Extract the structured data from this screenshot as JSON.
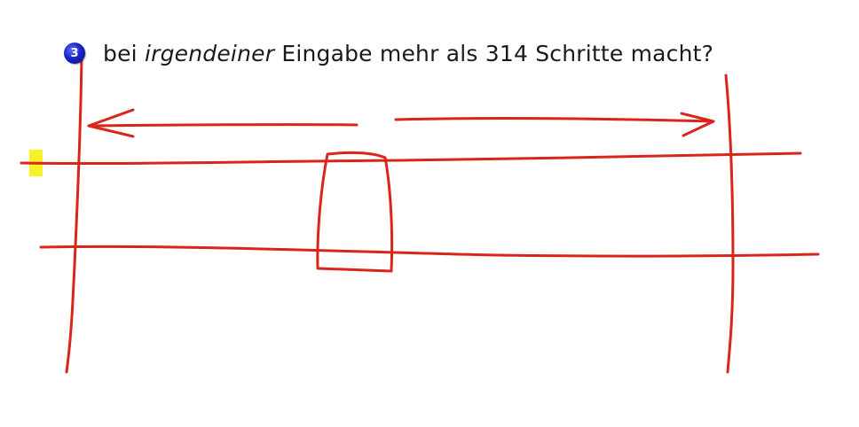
{
  "item": {
    "number": "3",
    "text_before": "bei ",
    "text_emphasis": "irgendeiner",
    "text_after": " Eingabe mehr als 314 Schritte macht?"
  },
  "colors": {
    "ink": "#d8261c",
    "bullet": "#1b26c8",
    "highlight": "#f4f000",
    "text": "#1a1a1a"
  }
}
